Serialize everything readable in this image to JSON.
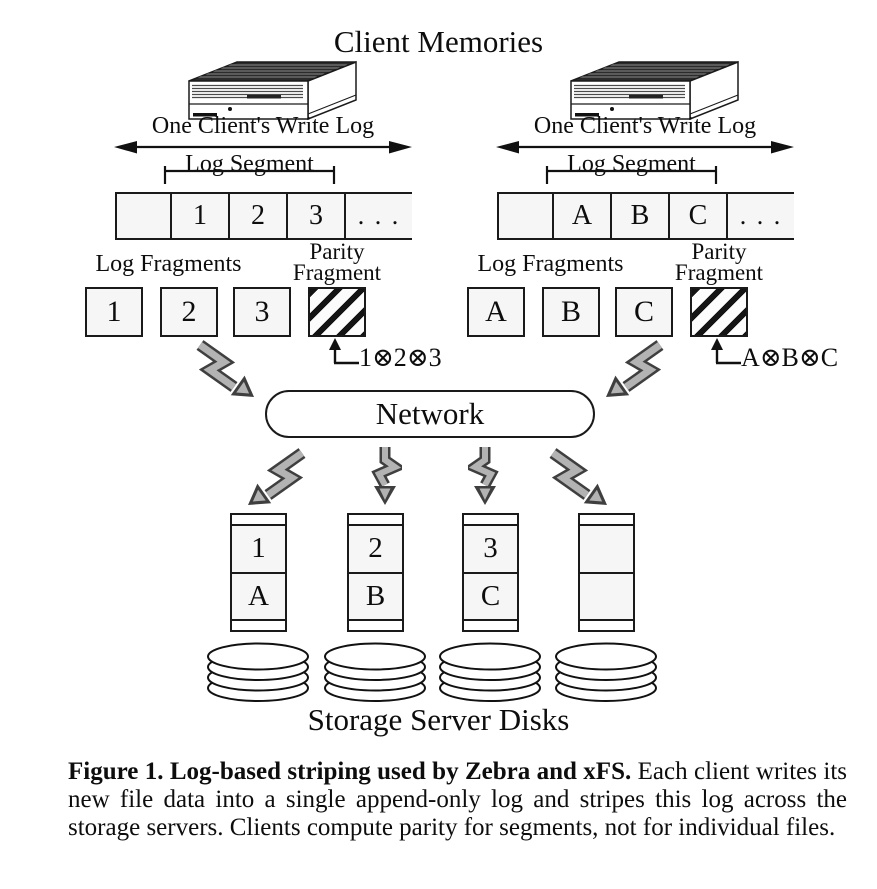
{
  "title": "Client Memories",
  "clients": [
    {
      "write_log_label": "One Client's Write Log",
      "segment_label": "Log Segment",
      "log_cells": [
        "1",
        "2",
        "3"
      ],
      "ellipsis": ". . .",
      "fragments_label": "Log Fragments",
      "parity_label_line1": "Parity",
      "parity_label_line2": "Fragment",
      "fragments": [
        "1",
        "2",
        "3"
      ],
      "parity_formula": "1⊗2⊗3"
    },
    {
      "write_log_label": "One Client's Write Log",
      "segment_label": "Log Segment",
      "log_cells": [
        "A",
        "B",
        "C"
      ],
      "ellipsis": ". . .",
      "fragments_label": "Log Fragments",
      "parity_label_line1": "Parity",
      "parity_label_line2": "Fragment",
      "fragments": [
        "A",
        "B",
        "C"
      ],
      "parity_formula": "A⊗B⊗C"
    }
  ],
  "network_label": "Network",
  "servers": [
    {
      "cells": [
        "1",
        "A"
      ]
    },
    {
      "cells": [
        "2",
        "B"
      ]
    },
    {
      "cells": [
        "3",
        "C"
      ]
    },
    {
      "cells": [
        "",
        ""
      ],
      "type": "parity"
    }
  ],
  "storage_label": "Storage Server Disks",
  "caption_bold": "Figure 1. Log-based striping used by Zebra and xFS.",
  "caption_text": " Each client writes its new file data into a single append-only log and stripes this log across the storage servers. Clients compute parity for segments, not for individual files.",
  "colors": {
    "background": "#ffffff",
    "box_fill": "#f6f6f6",
    "line": "#1a1a1a",
    "bolt_fill": "#b3b3b3",
    "bolt_outline": "#3f3f3f",
    "hatch": "#141414"
  }
}
